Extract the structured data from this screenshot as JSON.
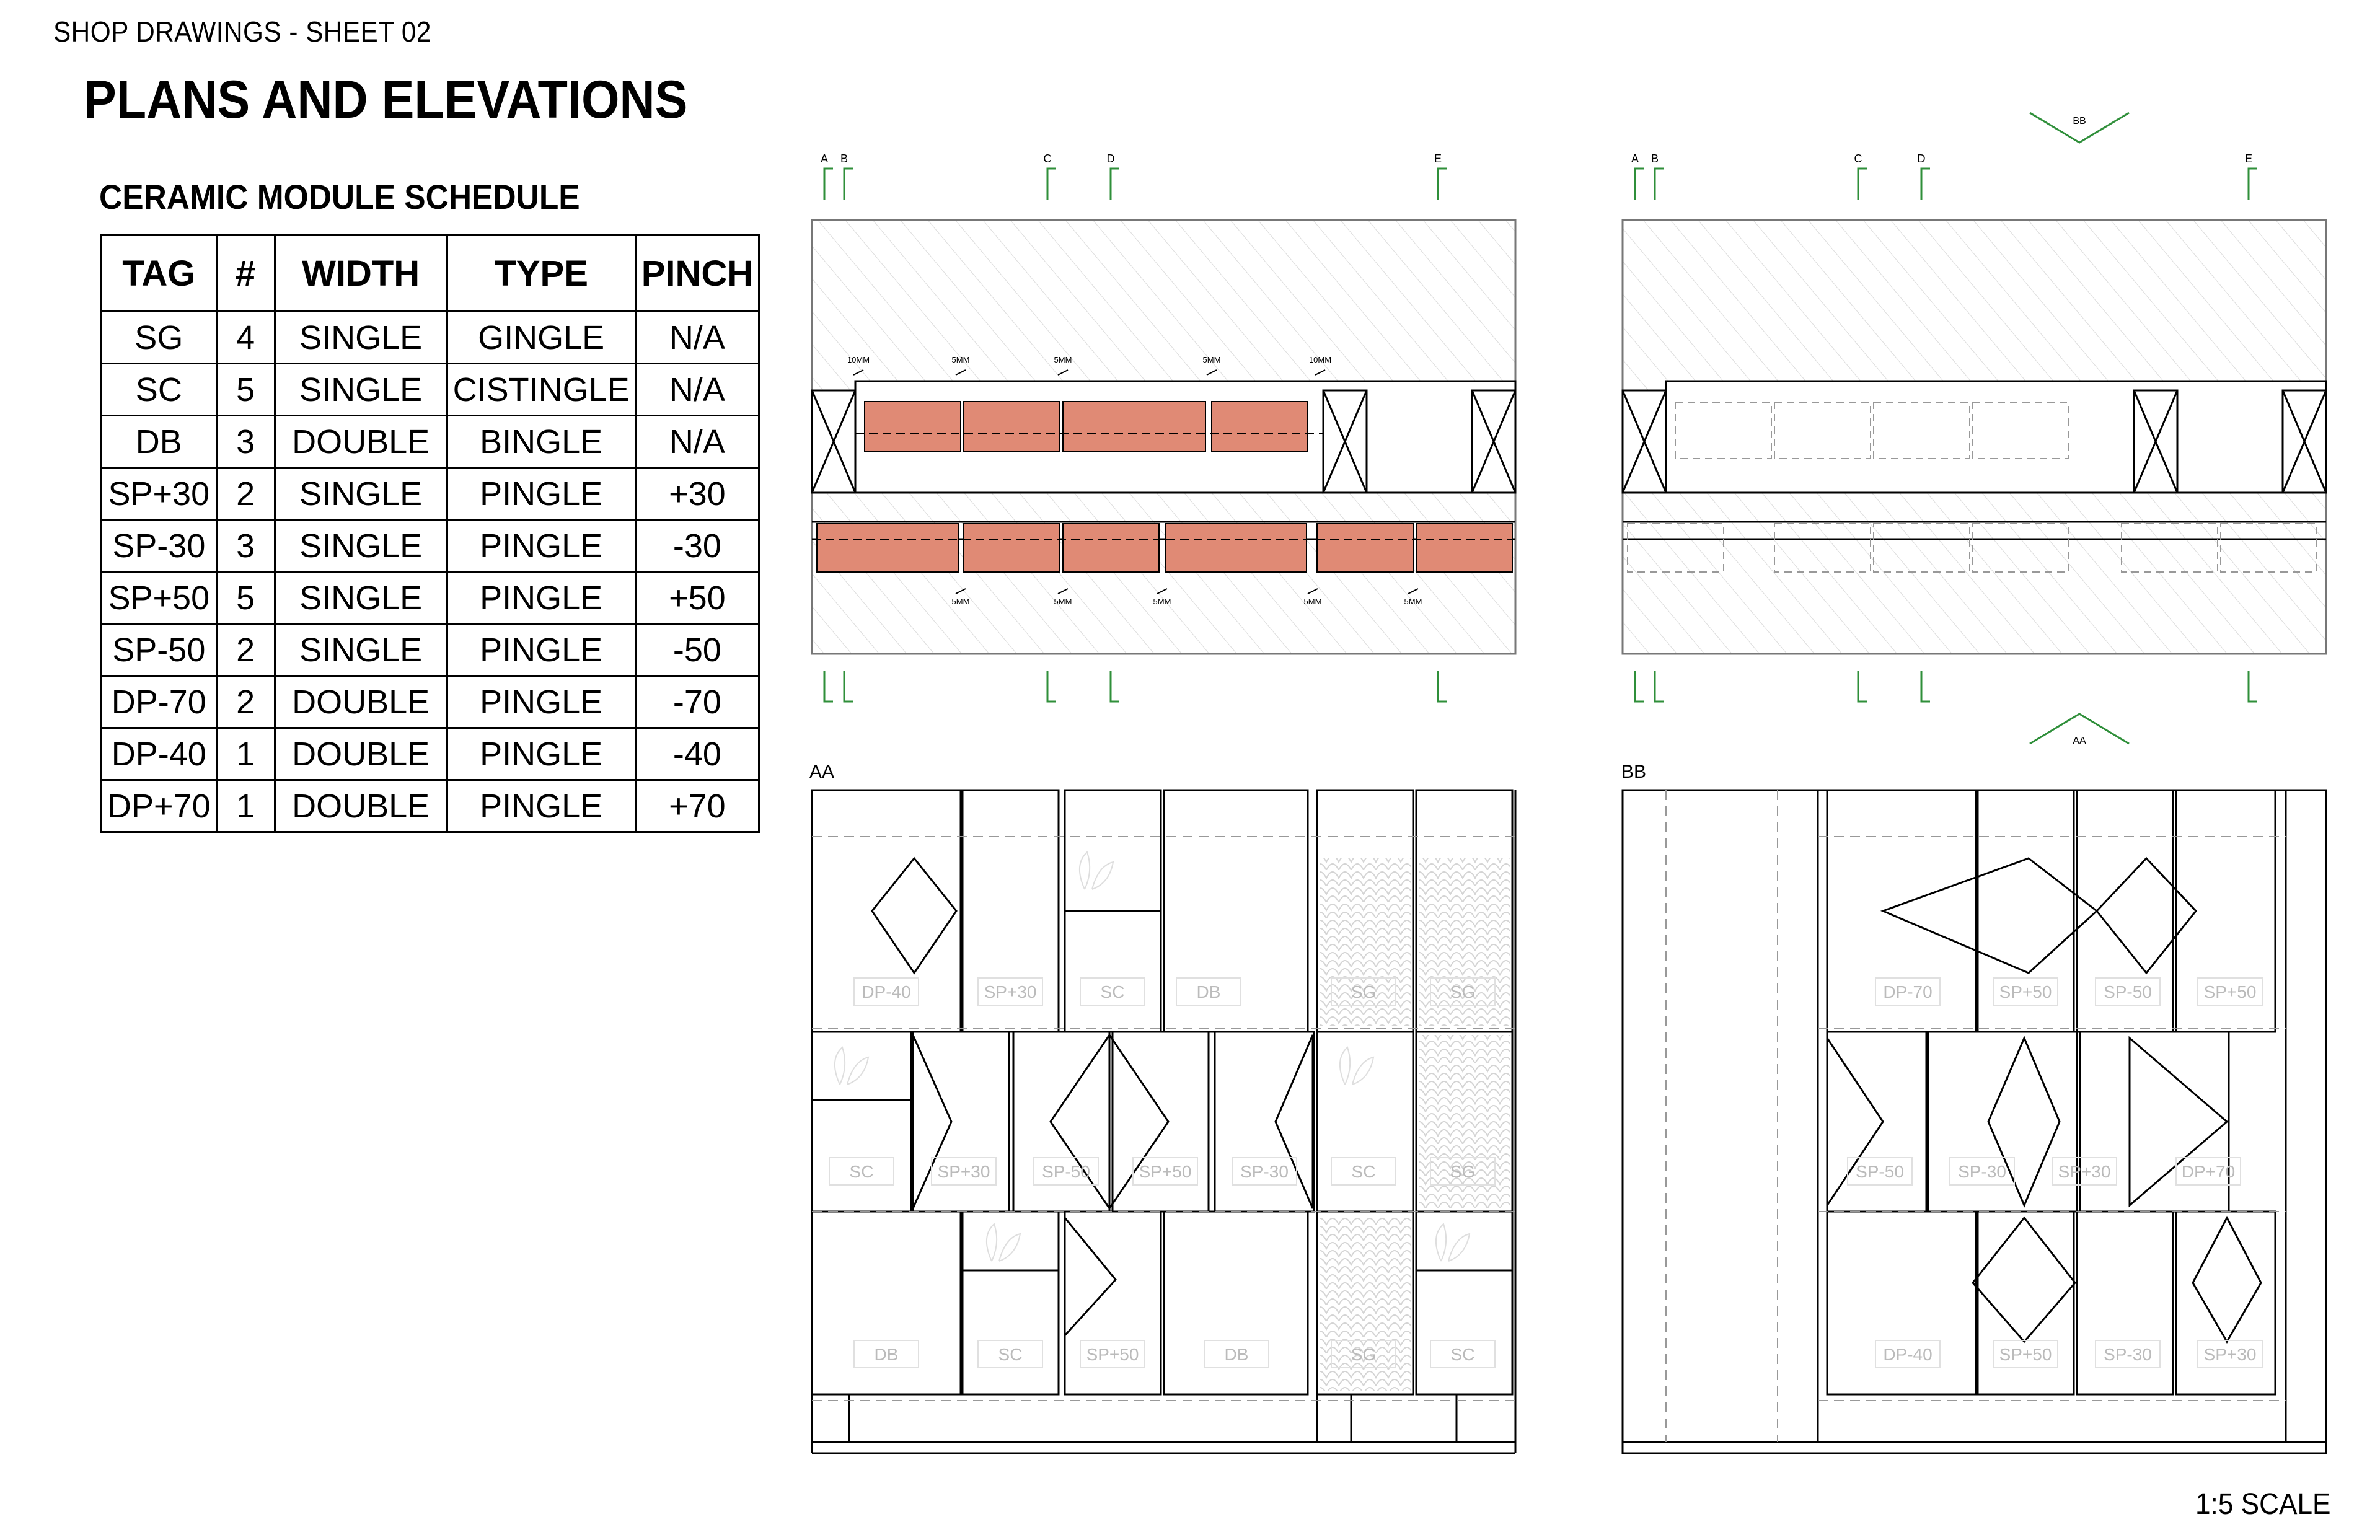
{
  "sheet_label": "SHOP DRAWINGS - SHEET 02",
  "page_title": "PLANS AND ELEVATIONS",
  "schedule": {
    "title": "CERAMIC MODULE SCHEDULE",
    "headers": [
      "TAG",
      "#",
      "WIDTH",
      "TYPE",
      "PINCH"
    ],
    "rows": [
      [
        "SG",
        "4",
        "SINGLE",
        "GINGLE",
        "N/A"
      ],
      [
        "SC",
        "5",
        "SINGLE",
        "CISTINGLE",
        "N/A"
      ],
      [
        "DB",
        "3",
        "DOUBLE",
        "BINGLE",
        "N/A"
      ],
      [
        "SP+30",
        "2",
        "SINGLE",
        "PINGLE",
        "+30"
      ],
      [
        "SP-30",
        "3",
        "SINGLE",
        "PINGLE",
        "-30"
      ],
      [
        "SP+50",
        "5",
        "SINGLE",
        "PINGLE",
        "+50"
      ],
      [
        "SP-50",
        "2",
        "SINGLE",
        "PINGLE",
        "-50"
      ],
      [
        "DP-70",
        "2",
        "DOUBLE",
        "PINGLE",
        "-70"
      ],
      [
        "DP-40",
        "1",
        "DOUBLE",
        "PINGLE",
        "-40"
      ],
      [
        "DP+70",
        "1",
        "DOUBLE",
        "PINGLE",
        "+70"
      ]
    ]
  },
  "plans": {
    "grid_labels": [
      "A",
      "B",
      "C",
      "D",
      "E"
    ],
    "section_marker_top": "BB",
    "section_marker_bottom": "AA",
    "top_row_gaps": [
      "10MM",
      "5MM",
      "5MM",
      "5MM",
      "10MM"
    ],
    "bottom_row_gaps": [
      "5MM",
      "5MM",
      "5MM",
      "5MM",
      "5MM"
    ]
  },
  "elevations": {
    "aa": {
      "label": "AA",
      "tags": [
        [
          "DP-40",
          "SP+30",
          "SC",
          "DB",
          "SG",
          "SG"
        ],
        [
          "SC",
          "SP+30",
          "SP-50",
          "SP+50",
          "SP-30",
          "SC",
          "SG"
        ],
        [
          "DB",
          "SC",
          "SP+50",
          "DB",
          "SG",
          "SC"
        ]
      ]
    },
    "bb": {
      "label": "BB",
      "tags": [
        [
          "DP-70",
          "SP+50",
          "SP-50",
          "SP+50"
        ],
        [
          "SP-50",
          "SP-30",
          "SP+30",
          "DP+70"
        ],
        [
          "DP-40",
          "SP+50",
          "SP-30",
          "SP+30"
        ]
      ]
    }
  },
  "scale_label": "1:5 SCALE",
  "colors": {
    "tile": "#e08a75",
    "grid_marker": "#2f8f3a",
    "line": "#000000",
    "faint": "#bbbbbb"
  }
}
